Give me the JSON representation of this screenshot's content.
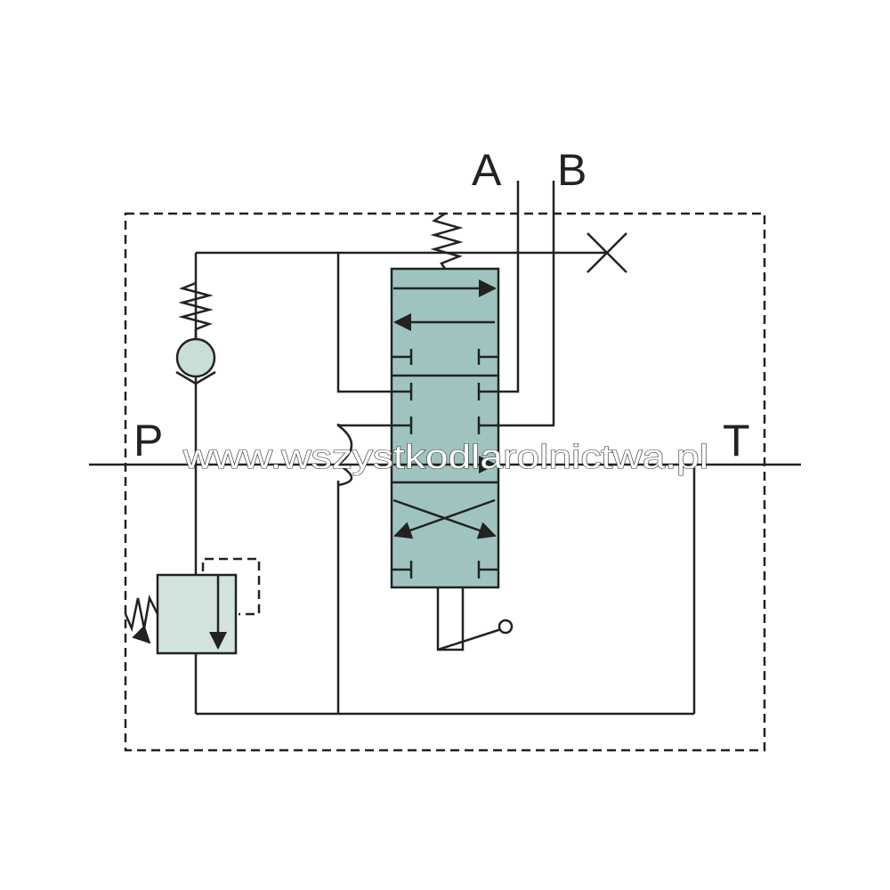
{
  "ports": {
    "a": "A",
    "b": "B",
    "p": "P",
    "t": "T"
  },
  "watermark": "www.wszystkodlarolnictwa.pl",
  "colors": {
    "valve_fill": "#9fc4bf",
    "valve_light": "#c9ddd9",
    "relief_fill": "#d3e3e0",
    "line": "#222222"
  },
  "icons": {
    "plug": "cross-icon",
    "lever": "hand-lever-icon",
    "check": "check-valve-icon"
  }
}
